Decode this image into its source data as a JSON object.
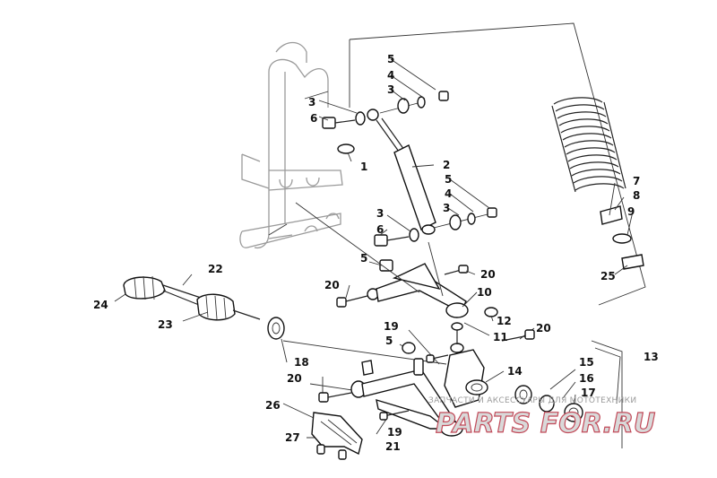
{
  "callouts": [
    {
      "id": "c5a",
      "text": "5"
    },
    {
      "id": "c4a",
      "text": "4"
    },
    {
      "id": "c3a",
      "text": "3"
    },
    {
      "id": "c3b",
      "text": "3"
    },
    {
      "id": "c6a",
      "text": "6"
    },
    {
      "id": "c1",
      "text": "1"
    },
    {
      "id": "c2",
      "text": "2"
    },
    {
      "id": "c5b",
      "text": "5"
    },
    {
      "id": "c4b",
      "text": "4"
    },
    {
      "id": "c3c",
      "text": "3"
    },
    {
      "id": "c3d",
      "text": "3"
    },
    {
      "id": "c6b",
      "text": "6"
    },
    {
      "id": "c7",
      "text": "7"
    },
    {
      "id": "c8",
      "text": "8"
    },
    {
      "id": "c9",
      "text": "9"
    },
    {
      "id": "c25",
      "text": "25"
    },
    {
      "id": "c22",
      "text": "22"
    },
    {
      "id": "c24",
      "text": "24"
    },
    {
      "id": "c23",
      "text": "23"
    },
    {
      "id": "c5c",
      "text": "5"
    },
    {
      "id": "c20a",
      "text": "20"
    },
    {
      "id": "c20b",
      "text": "20"
    },
    {
      "id": "c10",
      "text": "10"
    },
    {
      "id": "c12",
      "text": "12"
    },
    {
      "id": "c11",
      "text": "11"
    },
    {
      "id": "c19a",
      "text": "19"
    },
    {
      "id": "c20c",
      "text": "20"
    },
    {
      "id": "c5d",
      "text": "5"
    },
    {
      "id": "c13",
      "text": "13"
    },
    {
      "id": "c18",
      "text": "18"
    },
    {
      "id": "c14",
      "text": "14"
    },
    {
      "id": "c15",
      "text": "15"
    },
    {
      "id": "c16",
      "text": "16"
    },
    {
      "id": "c17",
      "text": "17"
    },
    {
      "id": "c20d",
      "text": "20"
    },
    {
      "id": "c26",
      "text": "26"
    },
    {
      "id": "c19b",
      "text": "19"
    },
    {
      "id": "c27",
      "text": "27"
    },
    {
      "id": "c21",
      "text": "21"
    }
  ],
  "watermark": {
    "caption": "ЗАПЧАСТИ И АКСЕССУАРЫ ДЛЯ МОТОТЕХНИКИ",
    "logo": "PARTS FOR.RU"
  }
}
